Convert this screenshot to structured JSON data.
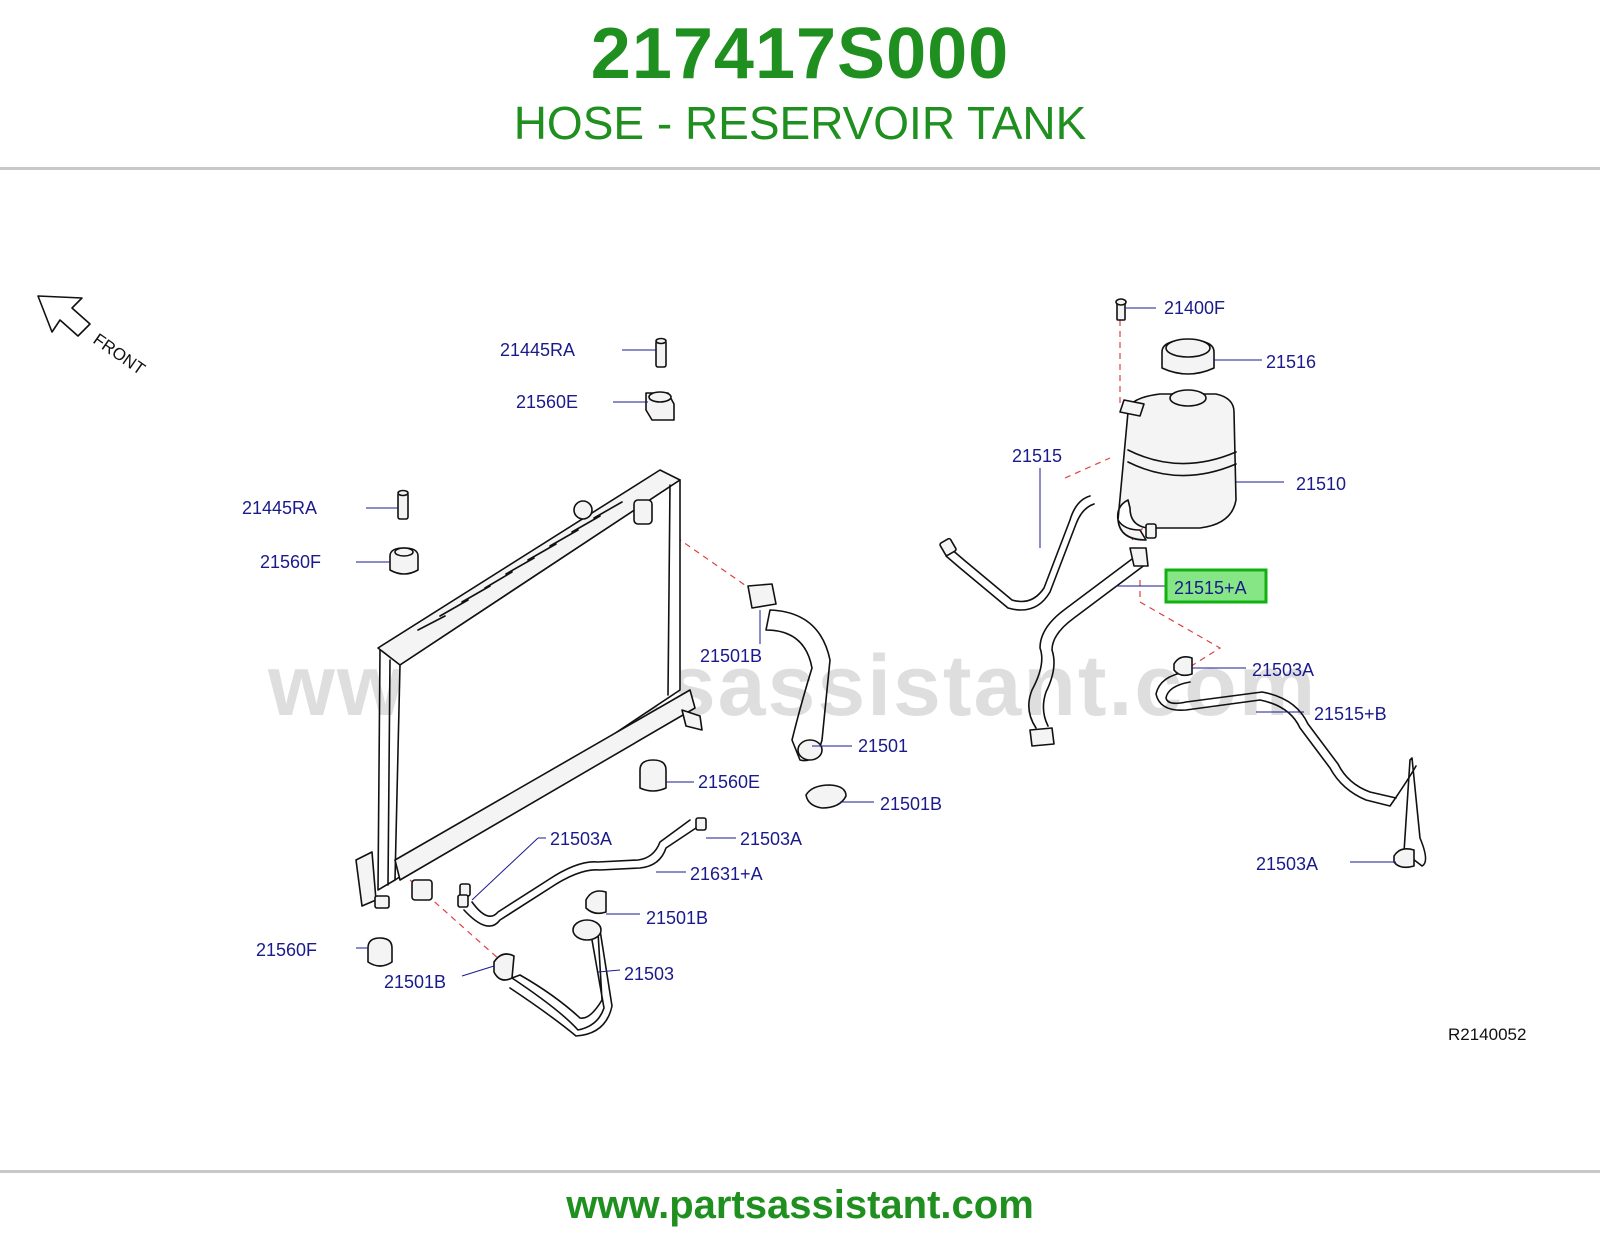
{
  "header": {
    "part_number": "217417S000",
    "part_description": "HOSE - RESERVOIR TANK"
  },
  "diagram": {
    "front_label": "FRONT",
    "watermark": "www.partsassistant.com",
    "reference_code": "R2140052",
    "highlighted_callout": "21515+A",
    "callouts": {
      "c_21445ra_top": "21445RA",
      "c_21560e_top": "21560E",
      "c_21445ra_left": "21445RA",
      "c_21560f_left": "21560F",
      "c_21501b_upper": "21501B",
      "c_21501": "21501",
      "c_21560e_mid": "21560E",
      "c_21501b_right": "21501B",
      "c_21503a_low_left": "21503A",
      "c_21503a_low_right": "21503A",
      "c_21631a": "21631+A",
      "c_21501b_low": "21501B",
      "c_21503": "21503",
      "c_21560f_bottom": "21560F",
      "c_21501b_bottom": "21501B",
      "c_21400f": "21400F",
      "c_21516": "21516",
      "c_21515": "21515",
      "c_21510": "21510",
      "c_21515a": "21515+A",
      "c_21503a_right": "21503A",
      "c_21515b": "21515+B",
      "c_21503a_far_right": "21503A"
    }
  },
  "footer": {
    "url": "www.partsassistant.com"
  },
  "colors": {
    "title_green": "#1f8f1f",
    "callout_blue": "#1a1a8c",
    "highlight_border": "#12b012",
    "highlight_fill": "#86e686",
    "connector_red": "#e04040"
  }
}
